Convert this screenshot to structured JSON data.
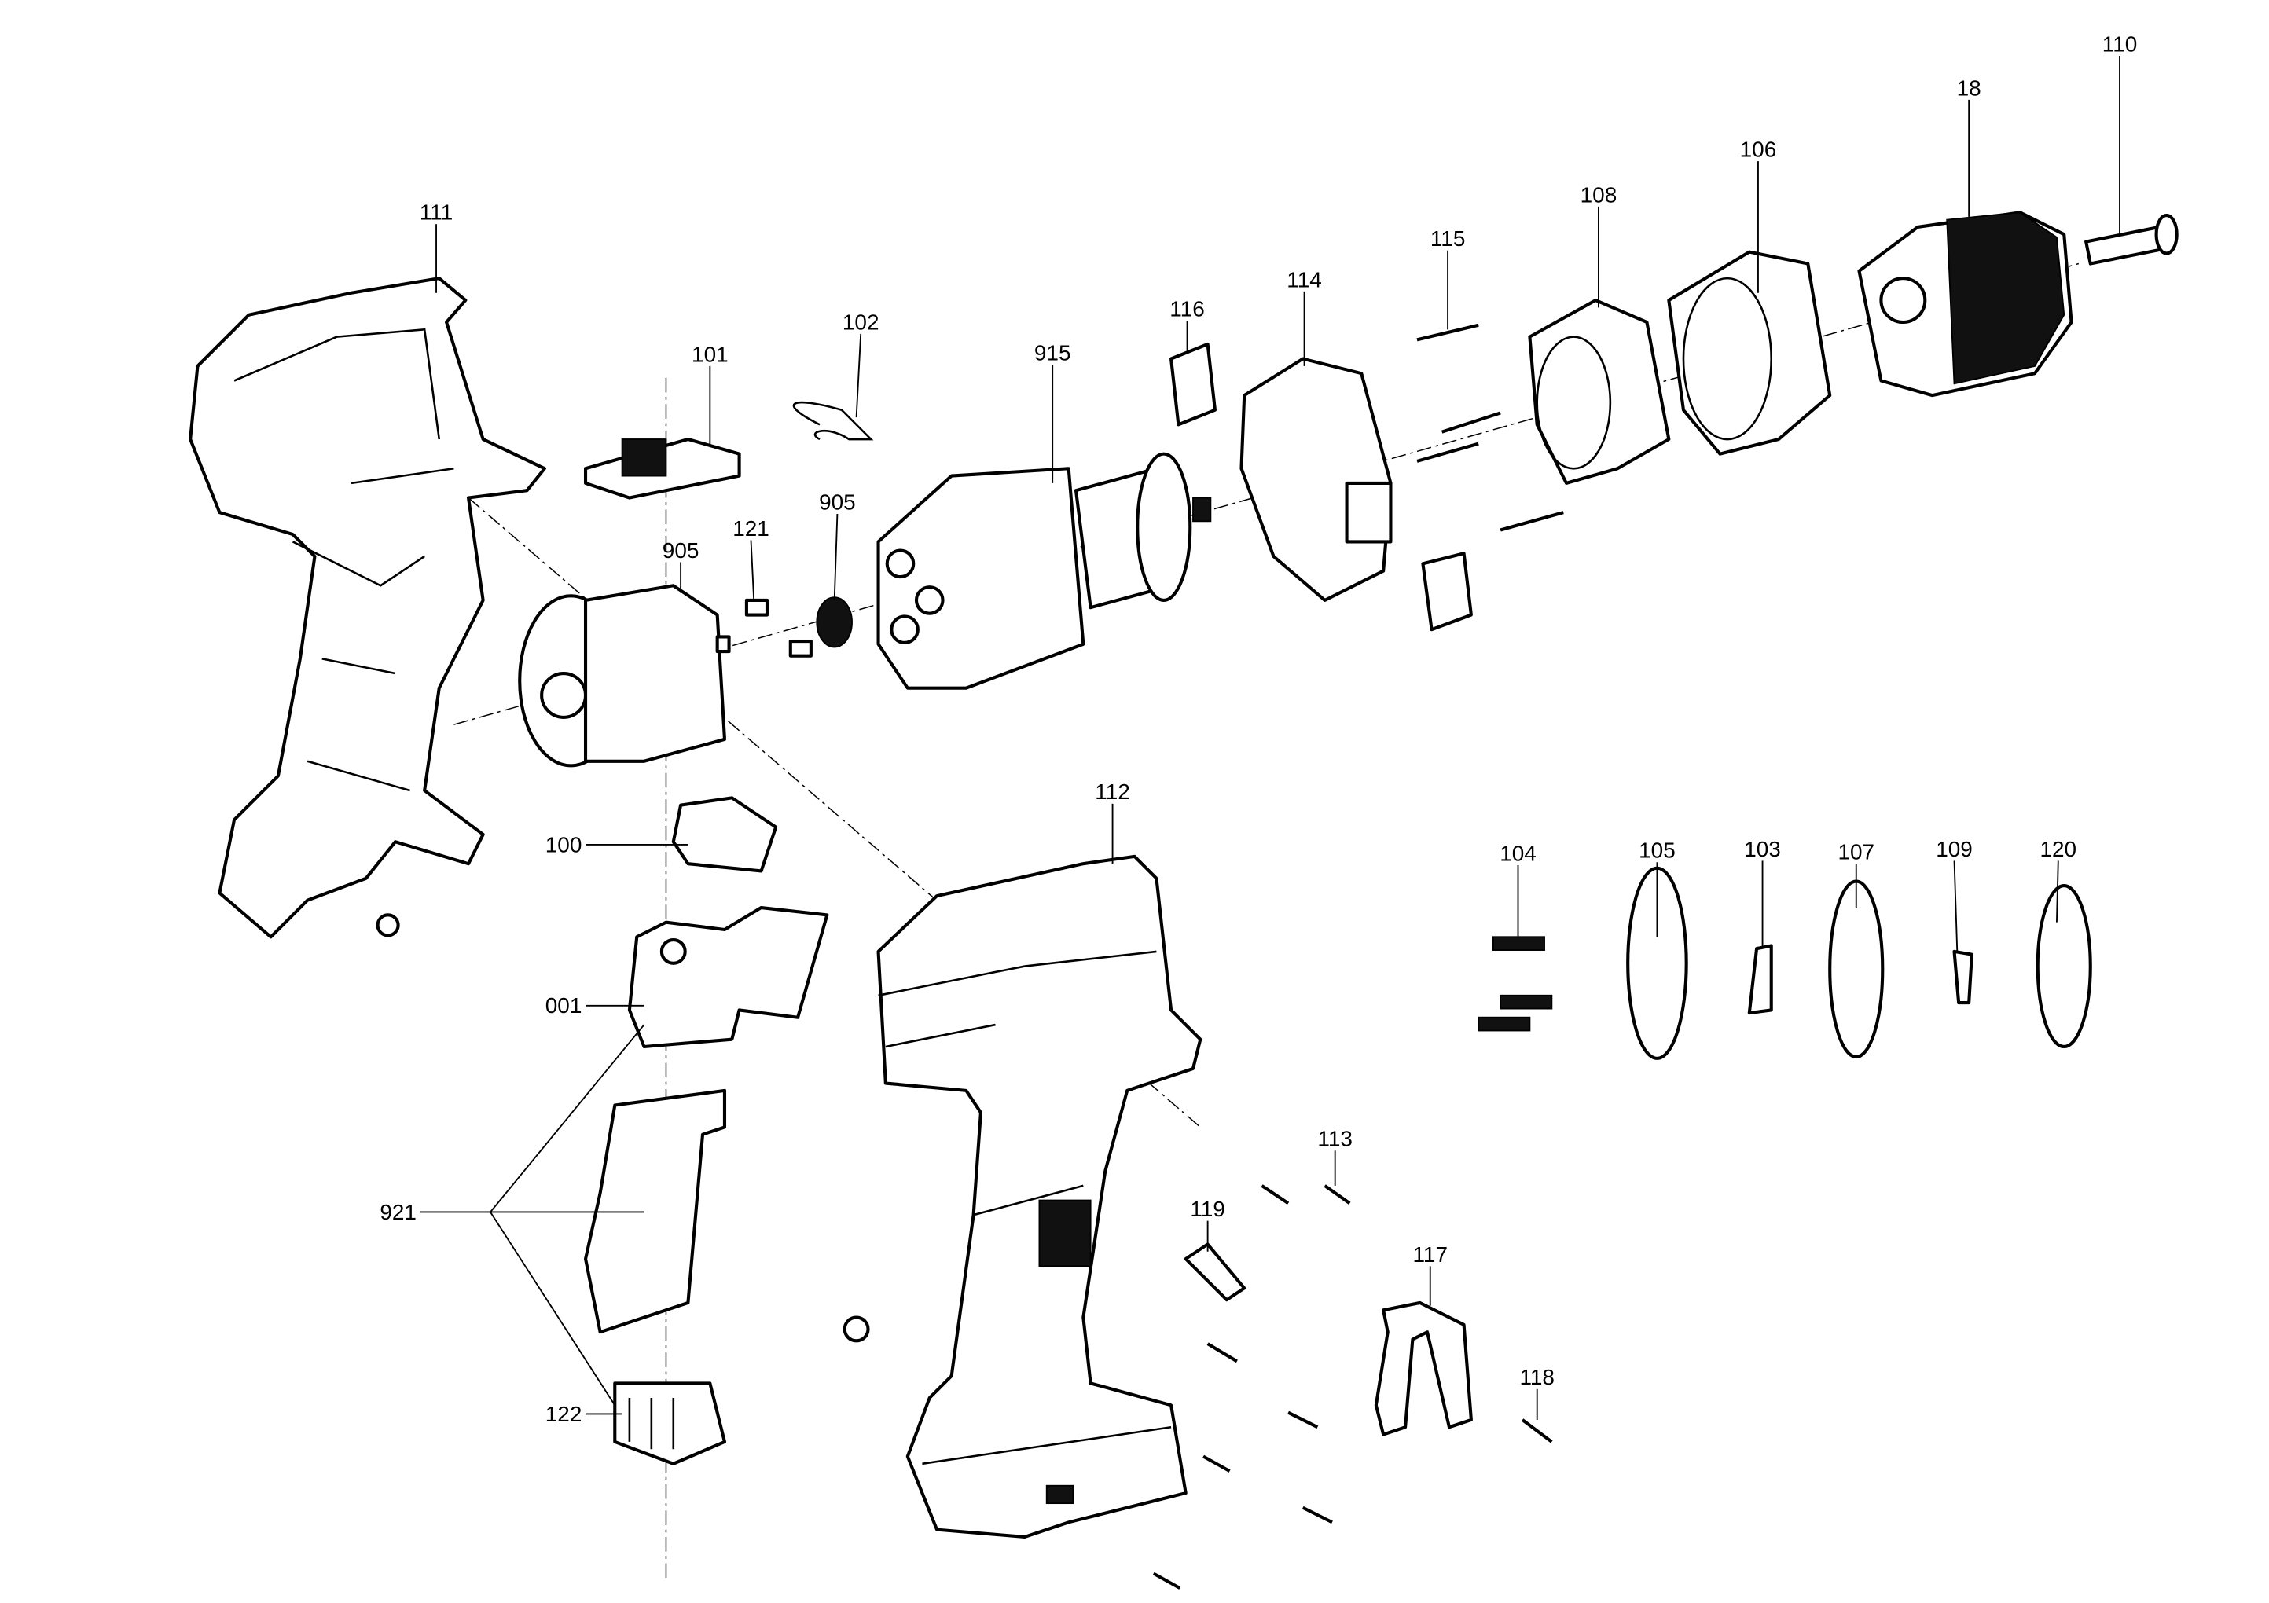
{
  "diagram": {
    "type": "exploded-parts-view",
    "labels": [
      "111",
      "101",
      "102",
      "915",
      "116",
      "114",
      "115",
      "108",
      "106",
      "18",
      "110",
      "121",
      "905",
      "905",
      "100",
      "112",
      "001",
      "921",
      "122",
      "104",
      "105",
      "103",
      "107",
      "109",
      "120",
      "113",
      "119",
      "117",
      "118"
    ]
  }
}
